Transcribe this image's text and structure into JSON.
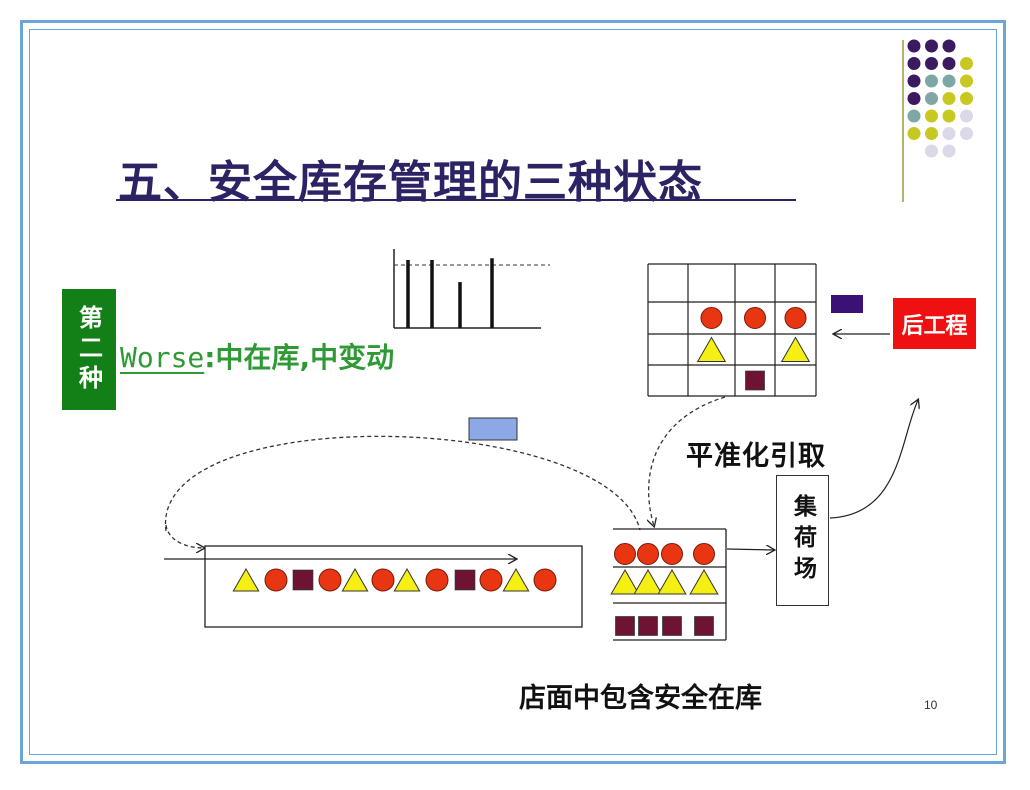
{
  "title": "五、安全库存管理的三种状态",
  "side_label": "第二种",
  "condition": {
    "label": "Worse",
    "text": ":中在库,中变动"
  },
  "back_process": "后工程",
  "leveling_pull": "平准化引取",
  "gathering_area": "集荷场",
  "store_caption": "店面中包含安全在库",
  "page_number": "10",
  "bar_chart": {
    "values": [
      4,
      4,
      2.7,
      4.1
    ]
  },
  "conveyor_items": [
    "triangle",
    "circle",
    "square",
    "circle",
    "triangle",
    "circle",
    "triangle",
    "circle",
    "square",
    "circle",
    "triangle",
    "circle"
  ],
  "shelf_rows": [
    {
      "shape": "circle",
      "count": 4
    },
    {
      "shape": "triangle",
      "count": 4
    },
    {
      "shape": "square",
      "count": 4
    }
  ],
  "grid": {
    "rows": 4,
    "cols": 4,
    "cells": [
      {
        "row": 1,
        "col": 1,
        "shape": "circle"
      },
      {
        "row": 1,
        "col": 2,
        "shape": "circle"
      },
      {
        "row": 1,
        "col": 3,
        "shape": "circle"
      },
      {
        "row": 2,
        "col": 1,
        "shape": "triangle"
      },
      {
        "row": 2,
        "col": 3,
        "shape": "triangle"
      },
      {
        "row": 3,
        "col": 2,
        "shape": "square"
      }
    ]
  },
  "colors": {
    "frame": "#6aa6d8",
    "title": "#2c2364",
    "side_label_bg": "#128017",
    "green_text": "#2f9a35",
    "back_process_bg": "#ef1111",
    "circle": "#e83612",
    "triangle": "#f5ef14",
    "square": "#6e1334",
    "kanban_blue": "#8ca8e6",
    "kanban_purple": "#3a1275",
    "dot_purple": "#3b1a62",
    "dot_teal": "#7ea6a4",
    "dot_yellow": "#c8c822",
    "dot_grey": "#d9d9e8"
  },
  "icons": [
    "dot-grid-decoration",
    "arrow-left-icon",
    "arrow-up-icon",
    "kanban-card-icon"
  ]
}
